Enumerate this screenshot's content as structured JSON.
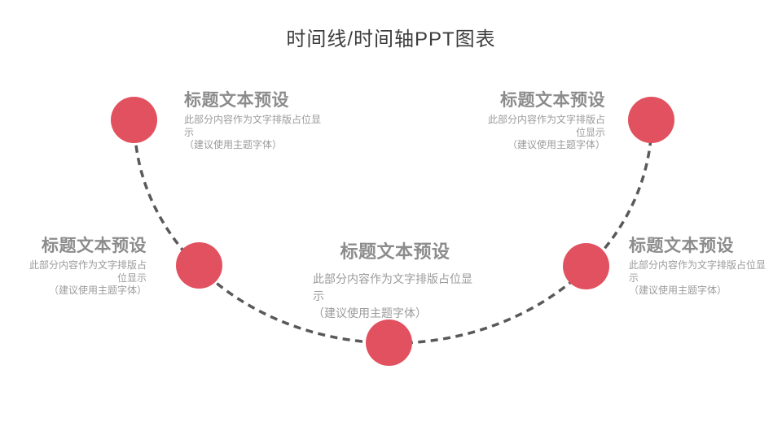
{
  "slide": {
    "title": "时间线/时间轴PPT图表"
  },
  "colors": {
    "background": "#ffffff",
    "accent_red": "#e2515f",
    "dash_gray": "#595959",
    "heading_gray": "#8c8c8c",
    "body_gray": "#9b9b9b",
    "title_dark": "#3d3d3d"
  },
  "nodes": [
    {
      "position": "top-left",
      "heading": "标题文本预设",
      "body": "此部分内容作为文字排版占位显示",
      "hint": "（建议使用主题字体）"
    },
    {
      "position": "middle-left",
      "heading": "标题文本预设",
      "body": "此部分内容作为文字排版占位显示",
      "hint": "（建议使用主题字体）"
    },
    {
      "position": "bottom-center",
      "heading": "标题文本预设",
      "body": "此部分内容作为文字排版占位显示",
      "hint": "（建议使用主题字体）"
    },
    {
      "position": "middle-right",
      "heading": "标题文本预设",
      "body": "此部分内容作为文字排版占位显示",
      "hint": "（建议使用主题字体）"
    },
    {
      "position": "top-right",
      "heading": "标题文本预设",
      "body": "此部分内容作为文字排版占位显示",
      "hint": "（建议使用主题字体）"
    }
  ]
}
